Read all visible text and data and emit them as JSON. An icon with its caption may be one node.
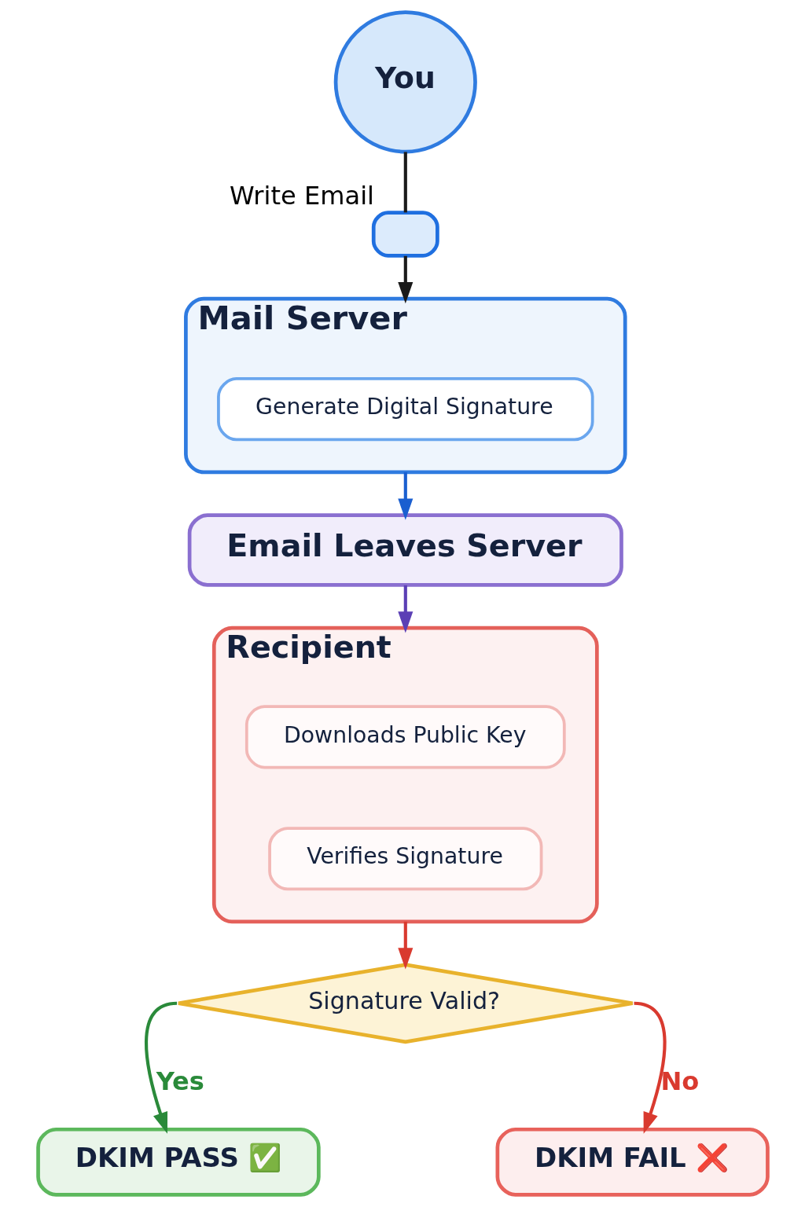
{
  "diagram": {
    "nodes": [
      {
        "text": [
          "You"
        ]
      },
      {
        "text": [],
        "shape": "box",
        "beside": [
          "Write Email"
        ]
      },
      {
        "text": [
          "Mail Server"
        ]
      },
      {
        "text": [
          "Generate Digital Signature"
        ],
        "in": 2
      },
      {
        "text": [
          "Email Leaves Server"
        ]
      },
      {
        "text": [
          "Recipient"
        ]
      },
      {
        "text": [
          "Downloads Public Key"
        ],
        "in": 5
      },
      {
        "text": [
          "Verifies Signature"
        ],
        "in": 5
      },
      {
        "text": [
          "Signature Valid?"
        ]
      },
      {
        "text": [
          "DKIM PASS ✅"
        ]
      },
      {
        "text": [
          "DKIM FAIL ❌"
        ]
      }
    ],
    "edges": [
      {
        "from": 0,
        "to": 1,
        "arrow": "none"
      },
      {
        "from": 1,
        "to": 2,
        "arrow": "to"
      },
      {
        "from": 2,
        "to": 4,
        "arrow": "to",
        "color": "#1a5fd0"
      },
      {
        "from": 4,
        "to": 5,
        "arrow": "to",
        "color": "#5b3fb5"
      },
      {
        "from": 5,
        "to": 8,
        "arrow": "to",
        "color": "#d93a2f"
      },
      {
        "from": 8,
        "to": 9,
        "arrow": "to",
        "label": "Yes",
        "color": "#2a8a3a"
      },
      {
        "from": 8,
        "to": 10,
        "arrow": "to",
        "label": "No",
        "color": "#d93a2f"
      }
    ]
  }
}
